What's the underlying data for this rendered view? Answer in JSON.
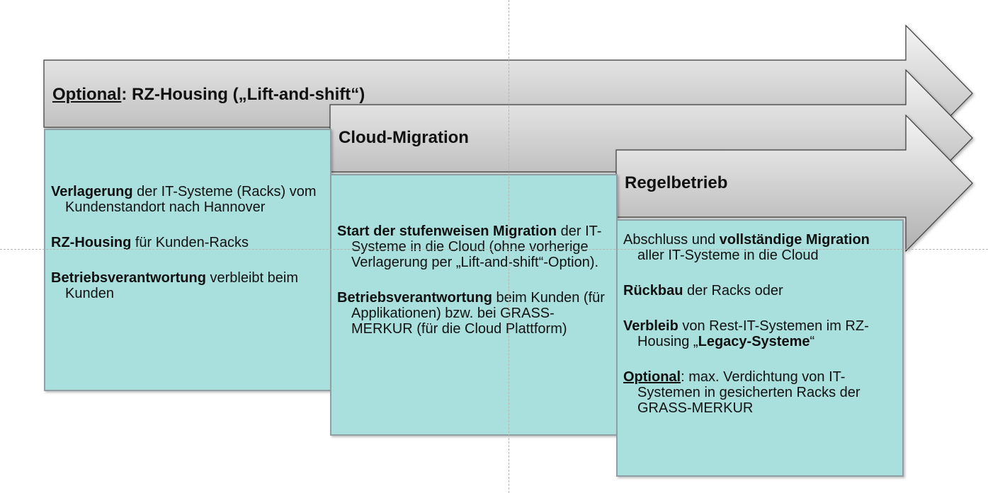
{
  "arrows": {
    "housing": {
      "title_underlined": "Optional",
      "title_rest": ": RZ-Housing („Lift-and-shift“)"
    },
    "migration": {
      "title": "Cloud-Migration"
    },
    "betrieb": {
      "title": "Regelbetrieb"
    }
  },
  "panels": {
    "housing": {
      "items": [
        {
          "bold": "Verlagerung",
          "text": " der IT-Systeme (Racks) vom Kundenstandort nach Hannover"
        },
        {
          "bold": "RZ-Housing",
          "text": " für Kunden-Racks"
        },
        {
          "bold": "Betriebsverantwortung",
          "text": " verbleibt beim Kunden"
        }
      ]
    },
    "migration": {
      "items": [
        {
          "bold": "Start der stufenweisen Migration",
          "text": " der IT-Systeme in die Cloud (ohne vorherige Verlagerung per „Lift-and-shift“-Option)."
        },
        {
          "bold": "Betriebsverantwortung",
          "text": " beim Kunden (für Applikationen) bzw. bei GRASS-MERKUR (für die Cloud Plattform)"
        }
      ]
    },
    "betrieb": {
      "item1": {
        "pre": "Abschluss und ",
        "bold": "vollständige Migration",
        "post": " aller IT-Systeme in die Cloud"
      },
      "item2": {
        "bold": "Rückbau",
        "text": " der Racks oder"
      },
      "item3": {
        "bold": "Verbleib",
        "text": " von Rest-IT-Systemen im RZ-Housing „",
        "bold2": "Legacy-Systeme",
        "post": "“"
      },
      "item4": {
        "bold_underlined": "Optional",
        "text": ": max. Verdichtung von IT-Systemen in gesicherten Racks der GRASS-MERKUR"
      }
    }
  },
  "colors": {
    "panel_fill": "#a9e0dd",
    "panel_border": "#8f9fa3",
    "arrow_light": "#f2f2f2",
    "arrow_dark": "#b3b3b3"
  }
}
